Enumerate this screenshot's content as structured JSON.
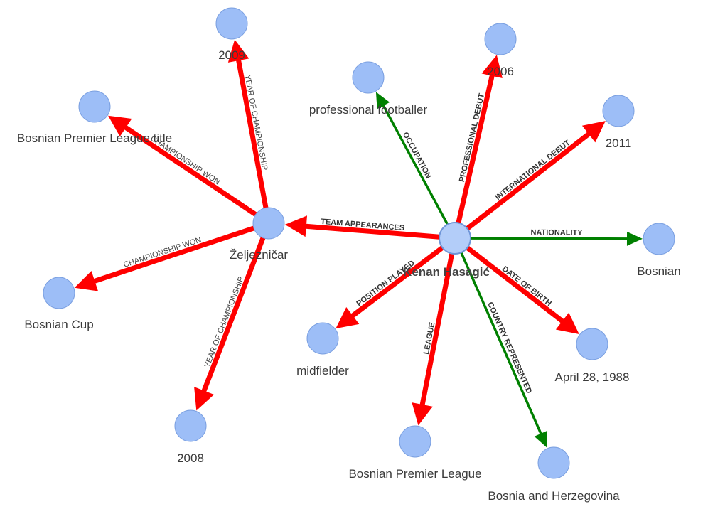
{
  "nodes": [
    {
      "id": "kenan",
      "label": "Kenan Hasagić",
      "central": true
    },
    {
      "id": "zeljeznicar",
      "label": "Željezničar",
      "central": false
    },
    {
      "id": "y2009",
      "label": "2009"
    },
    {
      "id": "bpl_title",
      "label": "Bosnian Premier League title"
    },
    {
      "id": "bosnian_cup",
      "label": "Bosnian Cup"
    },
    {
      "id": "y2008",
      "label": "2008"
    },
    {
      "id": "midfielder",
      "label": "midfielder"
    },
    {
      "id": "bpl",
      "label": "Bosnian Premier League"
    },
    {
      "id": "bih",
      "label": "Bosnia and Herzegovina"
    },
    {
      "id": "dob",
      "label": "April 28, 1988"
    },
    {
      "id": "bosnian",
      "label": "Bosnian"
    },
    {
      "id": "y2011",
      "label": "2011"
    },
    {
      "id": "y2006",
      "label": "2006"
    },
    {
      "id": "pro_footballer",
      "label": "professional footballer"
    }
  ],
  "edges": [
    {
      "from": "kenan",
      "to": "zeljeznicar",
      "label": "TEAM APPEARANCES",
      "color": "#ff0000"
    },
    {
      "from": "kenan",
      "to": "pro_footballer",
      "label": "OCCUPATION",
      "color": "#008000"
    },
    {
      "from": "kenan",
      "to": "y2006",
      "label": "PROFESSIONAL DEBUT",
      "color": "#ff0000"
    },
    {
      "from": "kenan",
      "to": "y2011",
      "label": "INTERNATIONAL DEBUT",
      "color": "#ff0000"
    },
    {
      "from": "kenan",
      "to": "bosnian",
      "label": "NATIONALITY",
      "color": "#008000"
    },
    {
      "from": "kenan",
      "to": "dob",
      "label": "DATE OF BIRTH",
      "color": "#ff0000"
    },
    {
      "from": "kenan",
      "to": "bih",
      "label": "COUNTRY REPRESENTED",
      "color": "#008000"
    },
    {
      "from": "kenan",
      "to": "bpl",
      "label": "LEAGUE",
      "color": "#ff0000"
    },
    {
      "from": "kenan",
      "to": "midfielder",
      "label": "POSITION PLAYED",
      "color": "#ff0000"
    },
    {
      "from": "zeljeznicar",
      "to": "y2009",
      "label": "YEAR OF CHAMPIONSHIP",
      "color": "#ff0000"
    },
    {
      "from": "zeljeznicar",
      "to": "bpl_title",
      "label": "CHAMPIONSHIP WON",
      "color": "#ff0000"
    },
    {
      "from": "zeljeznicar",
      "to": "bosnian_cup",
      "label": "CHAMPIONSHIP WON",
      "color": "#ff0000"
    },
    {
      "from": "zeljeznicar",
      "to": "y2008",
      "label": "YEAR OF CHAMPIONSHIP",
      "color": "#ff0000"
    }
  ]
}
